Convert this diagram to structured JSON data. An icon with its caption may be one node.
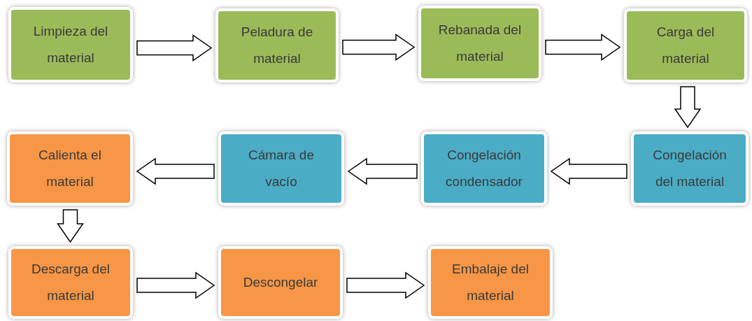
{
  "diagram": {
    "nodes": [
      {
        "text": [
          "Limpieza del material"
        ]
      },
      {
        "text": [
          "Peladura de material"
        ]
      },
      {
        "text": [
          "Rebanada del material"
        ]
      },
      {
        "text": [
          "Carga del material"
        ]
      },
      {
        "text": [
          "Congelación del material"
        ]
      },
      {
        "text": [
          "Congelación condensador"
        ]
      },
      {
        "text": [
          "Cámara de vacío"
        ]
      },
      {
        "text": [
          "Calienta el material"
        ]
      },
      {
        "text": [
          "Descarga del material"
        ]
      },
      {
        "text": [
          "Descongelar"
        ]
      },
      {
        "text": [
          "Embalaje del material"
        ]
      }
    ],
    "edges": [
      {
        "from": 0,
        "to": 1,
        "arrow": "to"
      },
      {
        "from": 1,
        "to": 2,
        "arrow": "to"
      },
      {
        "from": 2,
        "to": 3,
        "arrow": "to"
      },
      {
        "from": 3,
        "to": 4,
        "arrow": "to"
      },
      {
        "from": 4,
        "to": 5,
        "arrow": "to"
      },
      {
        "from": 5,
        "to": 6,
        "arrow": "to"
      },
      {
        "from": 6,
        "to": 7,
        "arrow": "to"
      },
      {
        "from": 7,
        "to": 8,
        "arrow": "to"
      },
      {
        "from": 8,
        "to": 9,
        "arrow": "to"
      },
      {
        "from": 9,
        "to": 10,
        "arrow": "to"
      }
    ]
  }
}
